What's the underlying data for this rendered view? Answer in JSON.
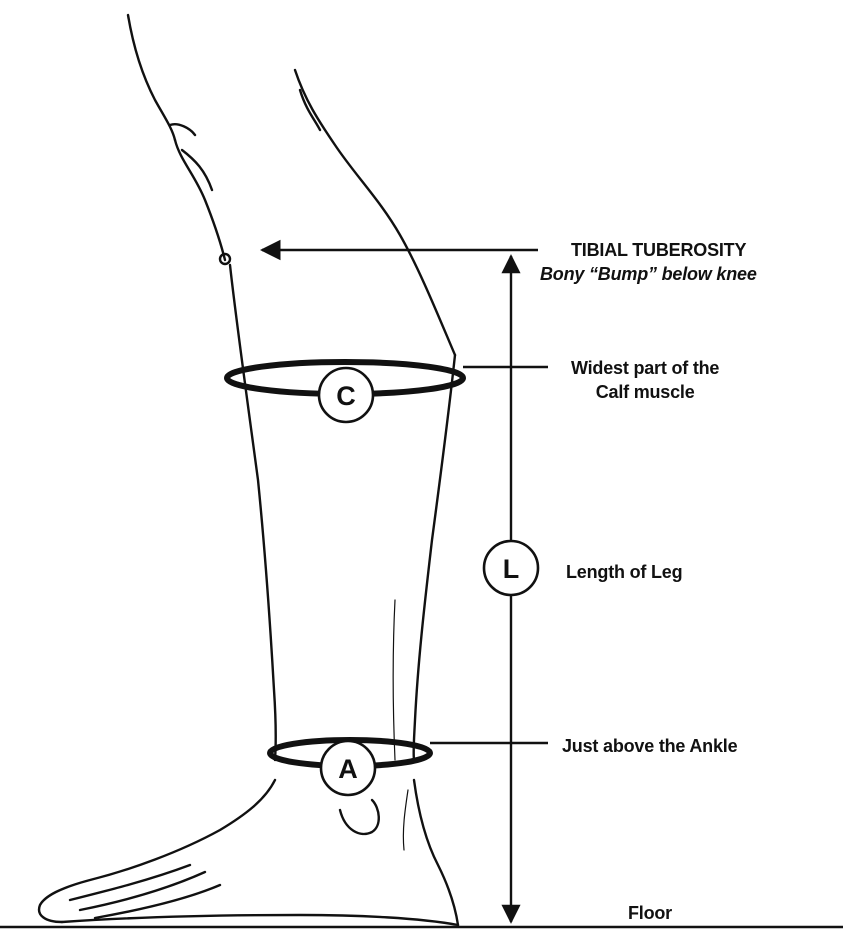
{
  "labels": {
    "tibial_title": "TIBIAL TUBEROSITY",
    "tibial_sub": "Bony “Bump” below knee",
    "calf_line1": "Widest part of the",
    "calf_line2": "Calf muscle",
    "length": "Length of Leg",
    "ankle": "Just above the Ankle",
    "floor": "Floor"
  },
  "badges": {
    "calf": "C",
    "length": "L",
    "ankle": "A"
  },
  "colors": {
    "ink": "#111111",
    "background": "#ffffff"
  }
}
